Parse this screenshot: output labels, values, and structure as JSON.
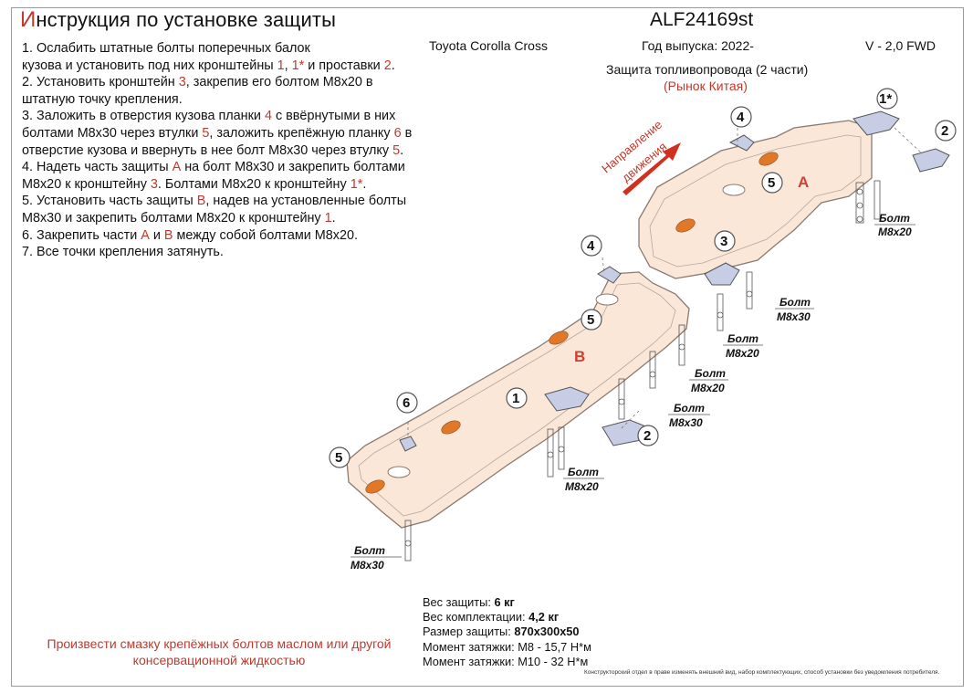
{
  "title_first_letter": "И",
  "title_rest": "нструкция по установке защиты",
  "code": "ALF24169st",
  "car": "Toyota Corolla Cross",
  "year": "Год выпуска: 2022-",
  "engine": "V - 2,0 FWD",
  "product": "Защита топливопровода (2 части)",
  "market": "(Рынок Китая)",
  "steps": [
    {
      "parts": [
        [
          "1. Ослабить штатные болты поперечных балок",
          false
        ]
      ]
    },
    {
      "parts": [
        [
          "кузова и установить под них кронштейны ",
          false
        ],
        [
          "1",
          true
        ],
        [
          ", ",
          false
        ],
        [
          "1*",
          true
        ],
        [
          " и проставки ",
          false
        ],
        [
          "2",
          true
        ],
        [
          ".",
          false
        ]
      ]
    },
    {
      "parts": [
        [
          "2. Установить кронштейн ",
          false
        ],
        [
          "3",
          true
        ],
        [
          ", закрепив его болтом М8х20 в",
          false
        ]
      ]
    },
    {
      "parts": [
        [
          "штатную точку крепления.",
          false
        ]
      ]
    },
    {
      "parts": [
        [
          "3. Заложить в отверстия кузова планки ",
          false
        ],
        [
          "4",
          true
        ],
        [
          " с ввёрнутыми в них",
          false
        ]
      ]
    },
    {
      "parts": [
        [
          "болтами М8х30 через втулки ",
          false
        ],
        [
          "5",
          true
        ],
        [
          ", заложить крепёжную планку ",
          false
        ],
        [
          "6",
          true
        ],
        [
          " в",
          false
        ]
      ]
    },
    {
      "parts": [
        [
          "отверстие кузова и ввернуть в нее болт М8х30 через втулку ",
          false
        ],
        [
          "5",
          true
        ],
        [
          ".",
          false
        ]
      ]
    },
    {
      "parts": [
        [
          "4. Надеть часть защиты ",
          false
        ],
        [
          "А",
          true
        ],
        [
          " на болт М8х30 и закрепить болтами",
          false
        ]
      ]
    },
    {
      "parts": [
        [
          "М8х20 к кронштейну ",
          false
        ],
        [
          "3",
          true
        ],
        [
          ". Болтами М8х20 к кронштейну ",
          false
        ],
        [
          "1*",
          true
        ],
        [
          ".",
          false
        ]
      ]
    },
    {
      "parts": [
        [
          "5. Установить часть защиты ",
          false
        ],
        [
          "В",
          true
        ],
        [
          ", надев на установленные болты",
          false
        ]
      ]
    },
    {
      "parts": [
        [
          "М8х30 и закрепить болтами М8х20 к кронштейну ",
          false
        ],
        [
          "1",
          true
        ],
        [
          ".",
          false
        ]
      ]
    },
    {
      "parts": [
        [
          "6. Закрепить части ",
          false
        ],
        [
          "А",
          true
        ],
        [
          " и ",
          false
        ],
        [
          "В",
          true
        ],
        [
          " между собой болтами М8х20.",
          false
        ]
      ]
    },
    {
      "parts": [
        [
          "7. Все точки крепления затянуть.",
          false
        ]
      ]
    }
  ],
  "direction_label_1": "Направление",
  "direction_label_2": "движения",
  "bolt_word": "Болт",
  "bolt_labels": [
    {
      "id": "b1",
      "size": "М8х20"
    },
    {
      "id": "b2",
      "size": "М8х30"
    },
    {
      "id": "b3",
      "size": "М8х20"
    },
    {
      "id": "b4",
      "size": "М8х20"
    },
    {
      "id": "b5",
      "size": "М8х30"
    },
    {
      "id": "b6",
      "size": "М8х20"
    },
    {
      "id": "b7",
      "size": "М8х30"
    }
  ],
  "callouts": {
    "c1": "1",
    "c1s": "1*",
    "c2": "2",
    "c2b": "2",
    "c3": "3",
    "c4": "4",
    "c4b": "4",
    "c5": "5",
    "c5b": "5",
    "c5c": "5",
    "c6": "6"
  },
  "part_a": "A",
  "part_b": "B",
  "specs": [
    {
      "label": "Вес защиты: ",
      "value": "6 кг",
      "bold": true
    },
    {
      "label": "Вес комплектации: ",
      "value": "4,2 кг",
      "bold": true
    },
    {
      "label": "Размер защиты: ",
      "value": "870х300х50",
      "bold": true
    },
    {
      "label": "Момент затяжки: ",
      "value": "М8 - 15,7 Н*м",
      "bold": false
    },
    {
      "label": "Момент затяжки: ",
      "value": "М10 - 32 Н*м",
      "bold": false
    }
  ],
  "grease_note": "Произвести смазку крепёжных болтов маслом или другой консервационной жидкостью",
  "fine_print": "Конструкторский отдел в праве изменять внешний вид, набор комплектующих, способ установки без уведомления потребителя.",
  "colors": {
    "accent": "#c0392b",
    "plate": "#fbe7d8",
    "plate_edge": "#8a7a70",
    "badge": "#e07828"
  }
}
